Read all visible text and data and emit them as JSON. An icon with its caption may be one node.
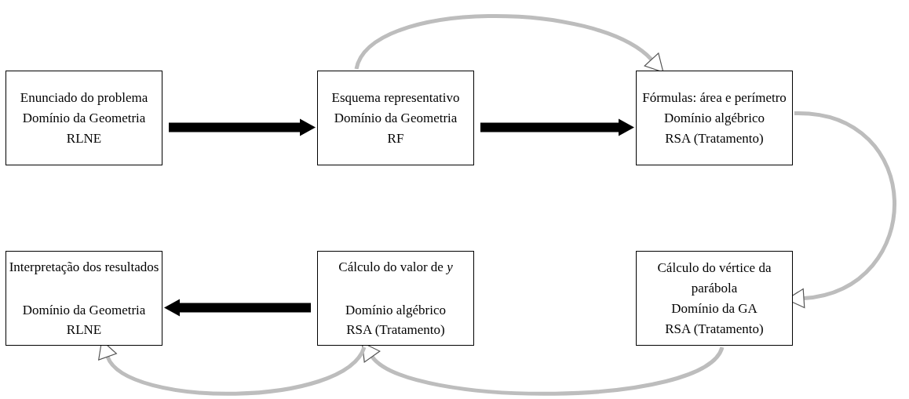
{
  "diagram": {
    "nodes": [
      {
        "text": [
          "Enunciado do problema",
          "Domínio da Geometria",
          "RLNE"
        ]
      },
      {
        "text": [
          "Esquema representativo",
          "Domínio da Geometria",
          "RF"
        ]
      },
      {
        "text": [
          "Fórmulas: área e perímetro",
          "Domínio algébrico",
          "RSA (Tratamento)"
        ]
      },
      {
        "text": [
          "Interpretação dos resultados",
          "Domínio da Geometria",
          "RLNE"
        ]
      },
      {
        "text": [
          "Cálculo do valor de *y*",
          "Domínio algébrico",
          "RSA (Tratamento)"
        ]
      },
      {
        "text": [
          "Cálculo do vértice da parábola",
          "Domínio da GA",
          "RSA (Tratamento)"
        ]
      }
    ],
    "edges": [
      {
        "from": 0,
        "to": 1,
        "arrow": "to",
        "style": "thick",
        "color": "#000000"
      },
      {
        "from": 1,
        "to": 2,
        "arrow": "to",
        "style": "thick",
        "color": "#000000"
      },
      {
        "from": 1,
        "to": 2,
        "arrow": "to"
      },
      {
        "from": 2,
        "to": 5,
        "arrow": "to"
      },
      {
        "from": 5,
        "to": 4,
        "arrow": "to"
      },
      {
        "from": 4,
        "to": 3,
        "arrow": "to",
        "style": "thick",
        "color": "#000000"
      },
      {
        "from": 4,
        "to": 3,
        "arrow": "to"
      }
    ]
  }
}
